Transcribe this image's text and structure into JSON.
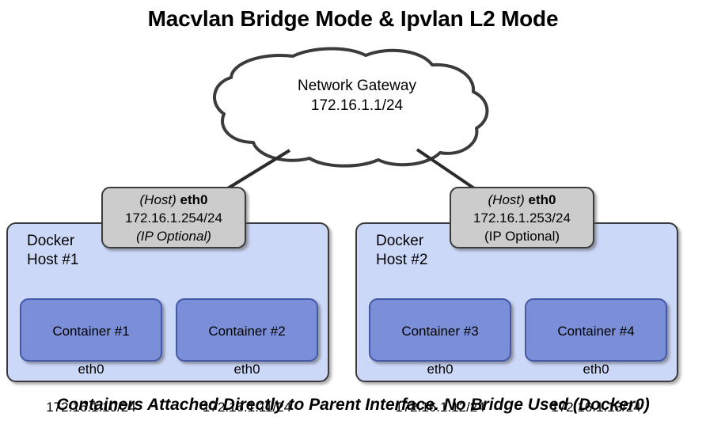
{
  "title": "Macvlan Bridge Mode & Ipvlan L2 Mode",
  "caption": "Containers Attached Directly to Parent Interface. No Bridge Used (Docker0)",
  "colors": {
    "host_panel_fill": "#ccd8f8",
    "container_fill": "#7b8fd8",
    "eth_box_fill": "#cccccc",
    "outline": "#3b3b3b",
    "background": "#ffffff"
  },
  "cloud": {
    "name": "network-gateway-cloud",
    "line1": "Network Gateway",
    "line2": "172.16.1.1/24"
  },
  "hosts": [
    {
      "panel_label": "Docker\nHost #1",
      "eth": {
        "prefix": "(Host) ",
        "iface": "eth0",
        "ip": "172.16.1.254/24",
        "note": "(IP Optional)",
        "note_italic": true
      },
      "containers": [
        {
          "name": "Container #1",
          "iface": "eth0",
          "ip": "172.16.1.10/24"
        },
        {
          "name": "Container #2",
          "iface": "eth0",
          "ip": "172.16.1.11/24"
        }
      ]
    },
    {
      "panel_label": "Docker\nHost #2",
      "eth": {
        "prefix": "(Host) ",
        "iface": "eth0",
        "ip": "172.16.1.253/24",
        "note": "(IP Optional)",
        "note_italic": false
      },
      "containers": [
        {
          "name": "Container #3",
          "iface": "eth0",
          "ip": "172.16.1.12/24"
        },
        {
          "name": "Container #4",
          "iface": "eth0",
          "ip": "172.16.1.13/24"
        }
      ]
    }
  ]
}
